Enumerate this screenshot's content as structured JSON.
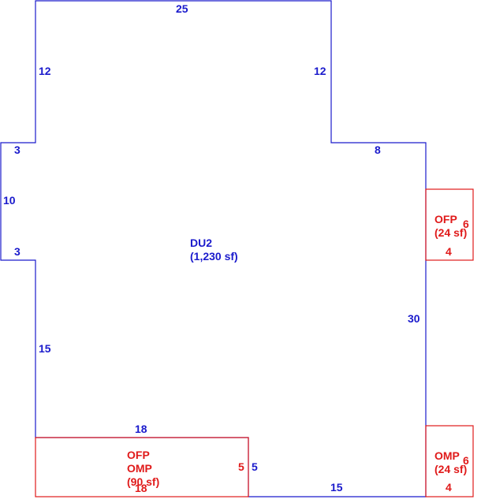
{
  "colors": {
    "main_line": "#1a1acc",
    "addon_line": "#e01a1a",
    "main_text": "#1a1acc",
    "addon_text": "#e01a1a",
    "background": "#ffffff"
  },
  "main_area": {
    "name": "DU2",
    "area": "(1,230 sf)",
    "dimensions": {
      "top": "25",
      "upper_left": "12",
      "upper_right": "12",
      "left_step_top": "3",
      "left_bump": "10",
      "left_step_bottom": "3",
      "right_step": "8",
      "right": "30",
      "lower_left": "15",
      "bottom_left_porch": "18",
      "bottom_right": "15",
      "porch_right": "5"
    }
  },
  "addons": {
    "ofp_right": {
      "name": "OFP",
      "area": "(24 sf)",
      "dim_side": "6",
      "dim_bottom": "4"
    },
    "omp_right": {
      "name": "OMP",
      "area": "(24 sf)",
      "dim_side": "6",
      "dim_bottom": "4"
    },
    "ofp_omp_bottom": {
      "name_1": "OFP",
      "name_2": "OMP",
      "area": "(90 sf)",
      "dim_side": "5",
      "dim_bottom": "18"
    }
  }
}
